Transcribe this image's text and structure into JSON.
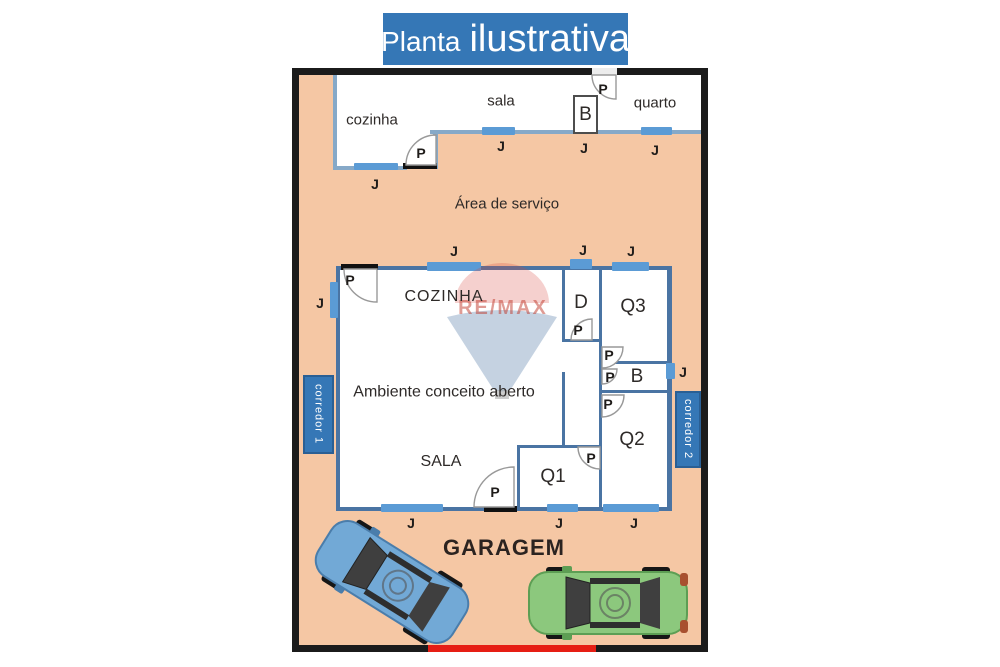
{
  "title": {
    "word1": "Planta",
    "word2": "ilustrativa"
  },
  "watermark": {
    "brand": "RE/MAX"
  },
  "markers": {
    "door": "P",
    "window": "J"
  },
  "upper_unit": {
    "kitchen": "cozinha",
    "living_room": "sala",
    "bedroom": "quarto",
    "bath": "B"
  },
  "service_area": {
    "label": "Área de serviço"
  },
  "main_unit": {
    "kitchen": "COZINHA",
    "open_area": "Ambiente conceito aberto",
    "living_room": "SALA",
    "bedroom1": "Q1",
    "bedroom2": "Q2",
    "bedroom3": "Q3",
    "bath": "B",
    "closet": "D"
  },
  "corridors": {
    "corridor1": "corredor 1",
    "corridor2": "corredor 2"
  },
  "garage": {
    "label": "GARAGEM",
    "cars": [
      "blue-car",
      "green-car"
    ]
  },
  "colors": {
    "banner_blue": "#3577b6",
    "floor_salmon": "#f5c7a4",
    "wall_main": "#4a74a3",
    "wall_light": "#86a9c8",
    "window_blue": "#5b9bd5",
    "garage_door_red": "#e61e14",
    "car_blue": "#72a9d6",
    "car_green": "#8cc87d",
    "border_black": "#1b1b1b"
  }
}
